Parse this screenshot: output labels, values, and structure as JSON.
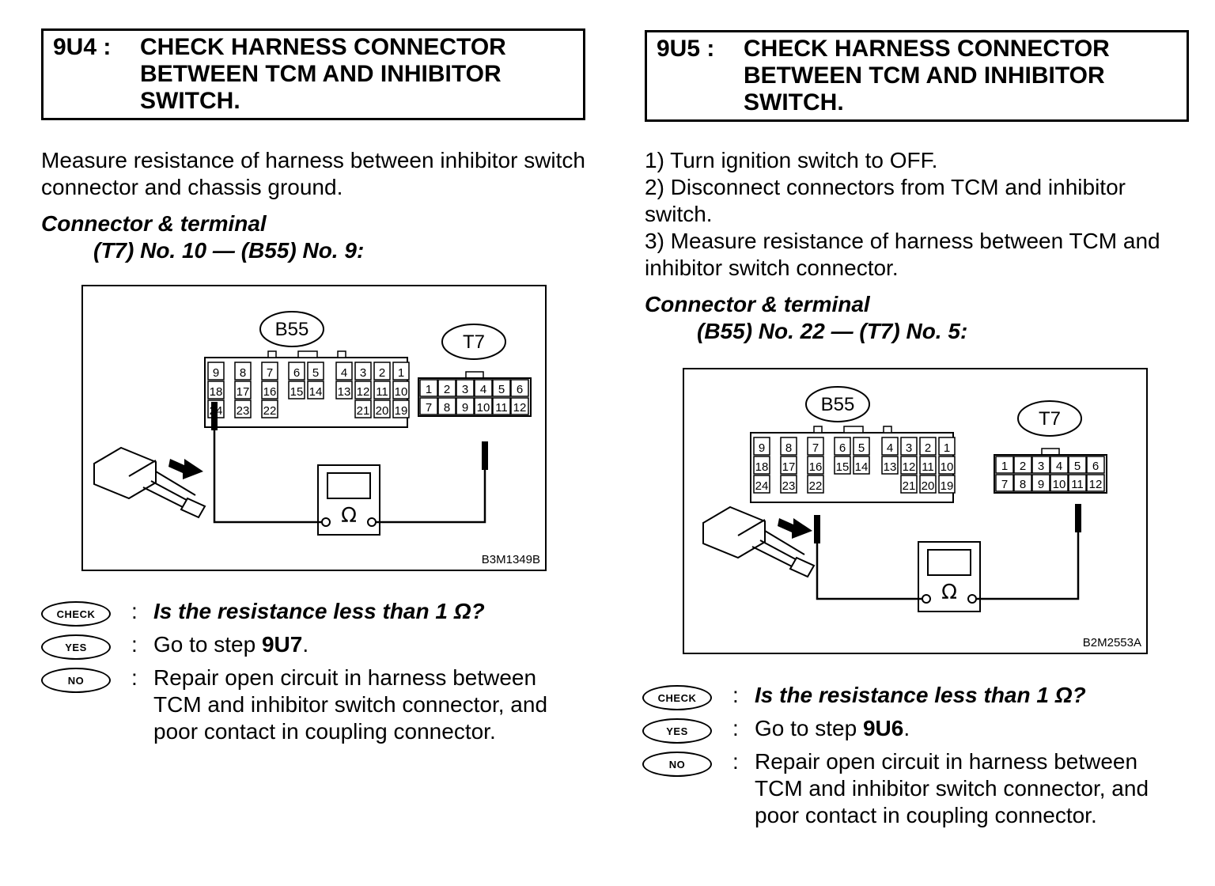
{
  "left": {
    "code": "9U4 :",
    "title": "CHECK HARNESS CONNECTOR BETWEEN TCM AND INHIBITOR SWITCH.",
    "instruction": "Measure resistance of harness between inhibitor switch connector and chassis ground.",
    "connector_heading": "Connector & terminal",
    "connector_spec": "(T7) No. 10 — (B55) No. 9:",
    "figure": {
      "connector_b55": "B55",
      "connector_t7": "T7",
      "figure_id": "B3M1349B",
      "b55_row1": [
        "9",
        "8",
        "7",
        "6",
        "5",
        "4",
        "3",
        "2",
        "1"
      ],
      "b55_row2": [
        "18",
        "17",
        "16",
        "15",
        "14",
        "13",
        "12",
        "11",
        "10"
      ],
      "b55_row3": [
        "24",
        "23",
        "22",
        "21",
        "20",
        "19"
      ],
      "t7_row1": [
        "1",
        "2",
        "3",
        "4",
        "5",
        "6"
      ],
      "t7_row2": [
        "7",
        "8",
        "9",
        "10",
        "11",
        "12"
      ],
      "meter_symbol": "Ω"
    },
    "check_badge": "CHECK",
    "check_text": "Is the resistance less than 1 Ω?",
    "yes_badge": "YES",
    "yes_prefix": "Go to step ",
    "yes_step": "9U7",
    "yes_suffix": ".",
    "no_badge": "NO",
    "no_text": "Repair open circuit in harness between TCM and inhibitor switch connector, and poor contact in coupling connector.",
    "colon": ":"
  },
  "right": {
    "code": "9U5 :",
    "title": "CHECK HARNESS CONNECTOR BETWEEN TCM AND INHIBITOR SWITCH.",
    "steps": [
      "1) Turn ignition switch to OFF.",
      "2) Disconnect connectors from TCM and inhibitor switch.",
      "3) Measure resistance of harness between TCM and inhibitor switch connector."
    ],
    "connector_heading": "Connector & terminal",
    "connector_spec": "(B55) No. 22 — (T7) No. 5:",
    "figure": {
      "connector_b55": "B55",
      "connector_t7": "T7",
      "figure_id": "B2M2553A",
      "b55_row1": [
        "9",
        "8",
        "7",
        "6",
        "5",
        "4",
        "3",
        "2",
        "1"
      ],
      "b55_row2": [
        "18",
        "17",
        "16",
        "15",
        "14",
        "13",
        "12",
        "11",
        "10"
      ],
      "b55_row3": [
        "24",
        "23",
        "22",
        "21",
        "20",
        "19"
      ],
      "t7_row1": [
        "1",
        "2",
        "3",
        "4",
        "5",
        "6"
      ],
      "t7_row2": [
        "7",
        "8",
        "9",
        "10",
        "11",
        "12"
      ],
      "meter_symbol": "Ω"
    },
    "check_badge": "CHECK",
    "check_text": "Is the resistance less than 1 Ω?",
    "yes_badge": "YES",
    "yes_prefix": "Go to step ",
    "yes_step": "9U6",
    "yes_suffix": ".",
    "no_badge": "NO",
    "no_text": "Repair open circuit in harness between TCM and inhibitor switch connector, and poor contact in coupling connector.",
    "colon": ":"
  }
}
